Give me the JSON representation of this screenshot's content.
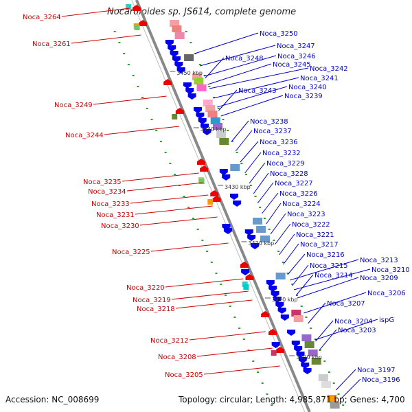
{
  "title": "Nocardioides sp. JS614, complete genome",
  "accession_text": "Accession: NC_008699",
  "summary_text": "Topology: circular; Length: 4,985,871 bp; Genes: 4,700",
  "colors": {
    "forward_label": "#0000cc",
    "reverse_label": "#cc0000",
    "backbone": "#888888",
    "forward_gene": "#0000ee",
    "reverse_gene": "#ee0000"
  },
  "kbp_marks": [
    {
      "label": "3450 kbp"
    },
    {
      "label": "3440 kbp"
    },
    {
      "label": "3430 kbp"
    },
    {
      "label": "3420 kbp"
    },
    {
      "label": "3410 kbp"
    },
    {
      "label": "3400 kbp"
    }
  ],
  "left_labels": [
    "Noca_3264",
    "Noca_3261",
    "Noca_3249",
    "Noca_3244",
    "Noca_3235",
    "Noca_3234",
    "Noca_3233",
    "Noca_3231",
    "Noca_3230",
    "Noca_3225",
    "Noca_3220",
    "Noca_3219",
    "Noca_3218",
    "Noca_3212",
    "Noca_3208",
    "Noca_3205"
  ],
  "right_labels": [
    "Noca_3250",
    "Noca_3248",
    "Noca_3247",
    "Noca_3246",
    "Noca_3245",
    "Noca_3242",
    "Noca_3241",
    "Noca_3243",
    "Noca_3240",
    "Noca_3239",
    "Noca_3238",
    "Noca_3237",
    "Noca_3236",
    "Noca_3232",
    "Noca_3229",
    "Noca_3228",
    "Noca_3227",
    "Noca_3226",
    "Noca_3224",
    "Noca_3223",
    "Noca_3222",
    "Noca_3221",
    "Noca_3217",
    "Noca_3216",
    "Noca_3215",
    "Noca_3213",
    "Noca_3214",
    "Noca_3210",
    "Noca_3209",
    "Noca_3206",
    "Noca_3207",
    "Noca_3204",
    "ispG",
    "Noca_3203",
    "Noca_3197",
    "Noca_3196"
  ]
}
